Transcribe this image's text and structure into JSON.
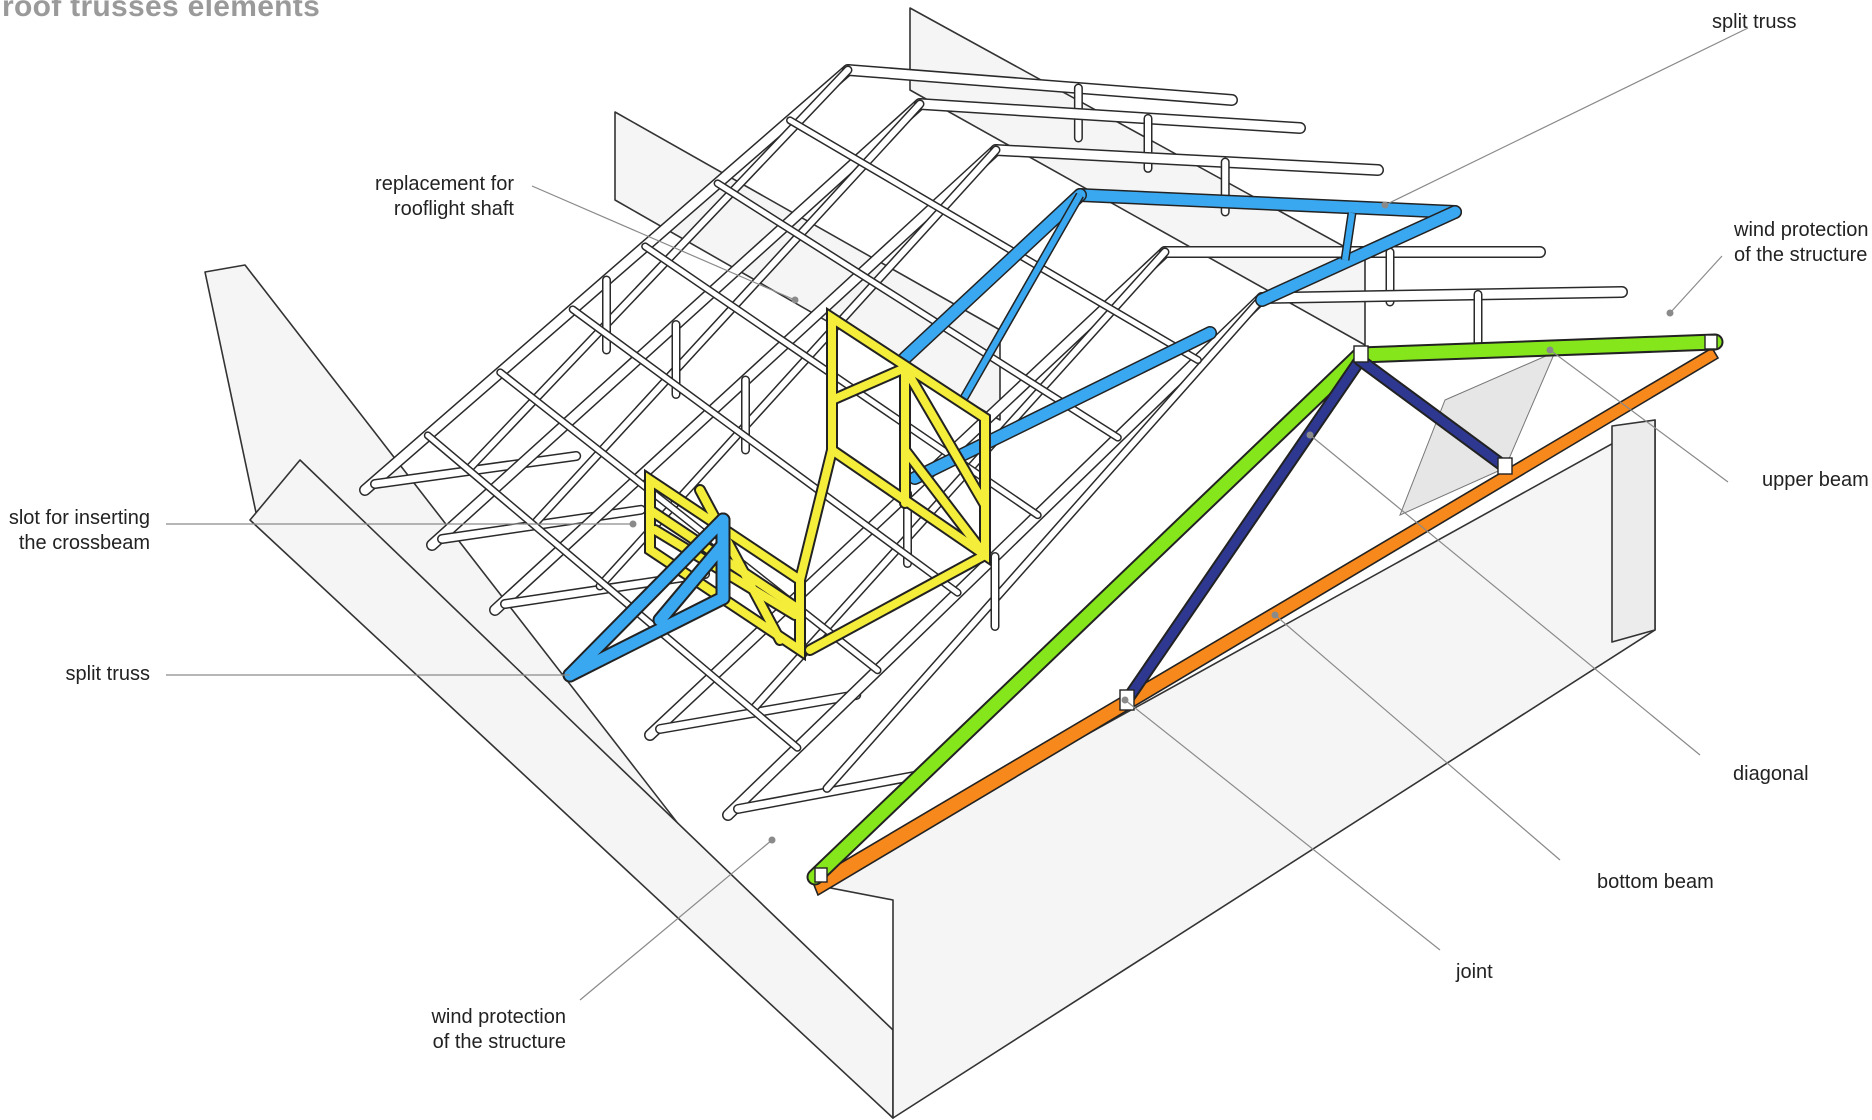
{
  "title": "roof trusses elements",
  "labels": {
    "split_truss_top": "split truss",
    "replacement_line1": "replacement for",
    "replacement_line2": "rooflight shaft",
    "wind_right_line1": "wind protection",
    "wind_right_line2": "of the structure",
    "slot_line1": "slot for inserting",
    "slot_line2": "the crossbeam",
    "upper_beam": "upper beam",
    "split_truss_left": "split truss",
    "diagonal": "diagonal",
    "bottom_beam": "bottom beam",
    "joint": "joint",
    "wind_bottom_line1": "wind protection",
    "wind_bottom_line2": "of the structure"
  },
  "colors": {
    "split_truss": "#3aa8f0",
    "shaft": "#f4ee3a",
    "top_chord": "#86e61c",
    "bottom_beam": "#f7891c",
    "diagonal": "#2e3891",
    "wall": "#f5f5f5",
    "leader": "#8a8a8a"
  }
}
